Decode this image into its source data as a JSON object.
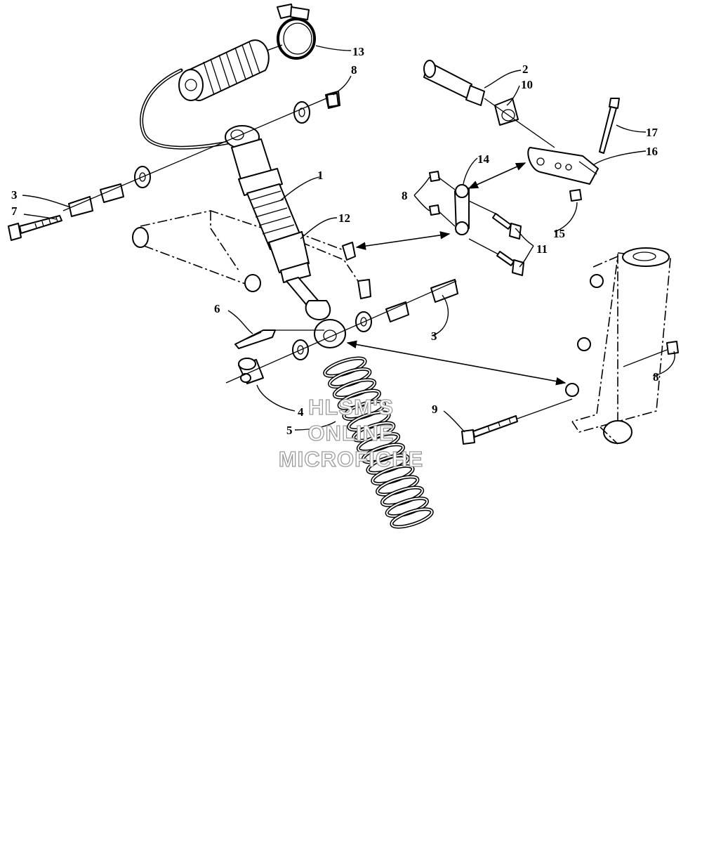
{
  "callouts": {
    "c1": "1",
    "c2": "2",
    "c3a": "3",
    "c3b": "3",
    "c4": "4",
    "c5": "5",
    "c6": "6",
    "c7": "7",
    "c8a": "8",
    "c8b": "8",
    "c8c": "8",
    "c9": "9",
    "c10": "10",
    "c11": "11",
    "c12": "12",
    "c13": "13",
    "c14": "14",
    "c15": "15",
    "c16": "16",
    "c17": "17"
  },
  "watermark": {
    "line1": "HLSM'S",
    "line2": "ONLINE",
    "line3": "MICROFICHE"
  }
}
